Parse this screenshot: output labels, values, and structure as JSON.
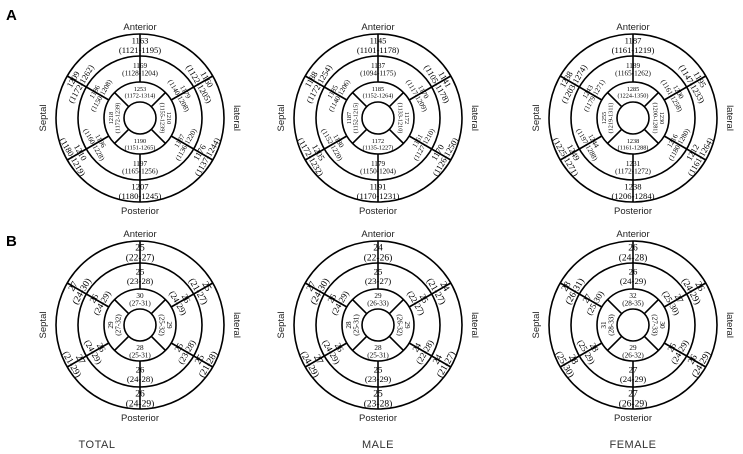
{
  "panel_labels": [
    "A",
    "B"
  ],
  "direction_labels": {
    "anterior": "Anterior",
    "posterior": "Posterior",
    "septal": "Septal",
    "lateral": "lateral"
  },
  "group_labels": [
    "TOTAL",
    "MALE",
    "FEMALE"
  ],
  "charts": [
    {
      "panel": "A",
      "group": "TOTAL",
      "outer": [
        {
          "value": "1163",
          "range": "(1121-1195)"
        },
        {
          "value": "1160",
          "range": "(1122-1205)"
        },
        {
          "value": "1176",
          "range": "(1137-1244)"
        },
        {
          "value": "1207",
          "range": "(1180-1245)"
        },
        {
          "value": "1210",
          "range": "(1180-1219)"
        },
        {
          "value": "1209",
          "range": "(1172-1262)"
        }
      ],
      "middle": [
        {
          "value": "1169",
          "range": "(1128-1204)"
        },
        {
          "value": "1179",
          "range": "(1140-1208)"
        },
        {
          "value": "1187",
          "range": "(1136-1220)"
        },
        {
          "value": "1197",
          "range": "(1165-1256)"
        },
        {
          "value": "1196",
          "range": "(1160-1228)"
        },
        {
          "value": "1186",
          "range": "(1150-1208)"
        }
      ],
      "inner": [
        {
          "value": "1253",
          "range": "(1172-1314)"
        },
        {
          "value": "1210",
          "range": "(1155-1239)"
        },
        {
          "value": "1190",
          "range": "(1151-1265)"
        },
        {
          "value": "1218",
          "range": "(1172-1239)"
        }
      ]
    },
    {
      "panel": "A",
      "group": "MALE",
      "outer": [
        {
          "value": "1145",
          "range": "(1101-1178)"
        },
        {
          "value": "1141",
          "range": "(1105-1178)"
        },
        {
          "value": "1170",
          "range": "(1126-1250)"
        },
        {
          "value": "1191",
          "range": "(1170-1231)"
        },
        {
          "value": "1205",
          "range": "(1172-1232)"
        },
        {
          "value": "1188",
          "range": "(1172-1254)"
        }
      ],
      "middle": [
        {
          "value": "1137",
          "range": "(1094-1175)"
        },
        {
          "value": "1170",
          "range": "(1117-1209)"
        },
        {
          "value": "1161",
          "range": "(1127-1210)"
        },
        {
          "value": "1179",
          "range": "(1150-1204)"
        },
        {
          "value": "1180",
          "range": "(1152-1220)"
        },
        {
          "value": "1185",
          "range": "(1140-1206)"
        }
      ],
      "inner": [
        {
          "value": "1185",
          "range": "(1152-1264)"
        },
        {
          "value": "1172",
          "range": "(1133-1210)"
        },
        {
          "value": "1172",
          "range": "(1135-1227)"
        },
        {
          "value": "1187",
          "range": "(1152-1215)"
        }
      ]
    },
    {
      "panel": "A",
      "group": "FEMALE",
      "outer": [
        {
          "value": "1187",
          "range": "(1161-1219)"
        },
        {
          "value": "1195",
          "range": "(1147-1233)"
        },
        {
          "value": "1212",
          "range": "(1161-1264)"
        },
        {
          "value": "1238",
          "range": "(1206-1284)"
        },
        {
          "value": "1249",
          "range": "(1225-1271)"
        },
        {
          "value": "1238",
          "range": "(1203-1274)"
        }
      ],
      "middle": [
        {
          "value": "1189",
          "range": "(1165-1262)"
        },
        {
          "value": "1200",
          "range": "(1161-1258)"
        },
        {
          "value": "1216",
          "range": "(1180-1280)"
        },
        {
          "value": "1231",
          "range": "(1172-1272)"
        },
        {
          "value": "1244",
          "range": "(1197-1288)"
        },
        {
          "value": "1243",
          "range": "(1179-1271)"
        }
      ],
      "inner": [
        {
          "value": "1285",
          "range": "(1224-1350)"
        },
        {
          "value": "1230",
          "range": "(1200-1281)"
        },
        {
          "value": "1238",
          "range": "(1161-1288)"
        },
        {
          "value": "1255",
          "range": "(1219-1311)"
        }
      ]
    },
    {
      "panel": "B",
      "group": "TOTAL",
      "outer": [
        {
          "value": "25",
          "range": "(22-27)"
        },
        {
          "value": "25",
          "range": "(21-27)"
        },
        {
          "value": "25",
          "range": "(21-28)"
        },
        {
          "value": "26",
          "range": "(24-29)"
        },
        {
          "value": "27",
          "range": "(21-29)"
        },
        {
          "value": "27",
          "range": "(24-30)"
        }
      ],
      "middle": [
        {
          "value": "25",
          "range": "(23-28)"
        },
        {
          "value": "26",
          "range": "(24-29)"
        },
        {
          "value": "25",
          "range": "(23-28)"
        },
        {
          "value": "26",
          "range": "(24-28)"
        },
        {
          "value": "26",
          "range": "(24-29)"
        },
        {
          "value": "26",
          "range": "(24-29)"
        }
      ],
      "inner": [
        {
          "value": "30",
          "range": "(27-31)"
        },
        {
          "value": "29",
          "range": "(25-32)"
        },
        {
          "value": "28",
          "range": "(25-31)"
        },
        {
          "value": "29",
          "range": "(27-32)"
        }
      ]
    },
    {
      "panel": "B",
      "group": "MALE",
      "outer": [
        {
          "value": "24",
          "range": "(22-26)"
        },
        {
          "value": "24",
          "range": "(21-27)"
        },
        {
          "value": "24",
          "range": "(21-27)"
        },
        {
          "value": "25",
          "range": "(23-28)"
        },
        {
          "value": "27",
          "range": "(24-29)"
        },
        {
          "value": "27",
          "range": "(24-30)"
        }
      ],
      "middle": [
        {
          "value": "25",
          "range": "(23-27)"
        },
        {
          "value": "25",
          "range": "(22-27)"
        },
        {
          "value": "24",
          "range": "(22-28)"
        },
        {
          "value": "25",
          "range": "(23-29)"
        },
        {
          "value": "26",
          "range": "(24-29)"
        },
        {
          "value": "26",
          "range": "(24-29)"
        }
      ],
      "inner": [
        {
          "value": "29",
          "range": "(26-33)"
        },
        {
          "value": "29",
          "range": "(26-32)"
        },
        {
          "value": "28",
          "range": "(25-31)"
        },
        {
          "value": "28",
          "range": "(25-31)"
        }
      ]
    },
    {
      "panel": "B",
      "group": "FEMALE",
      "outer": [
        {
          "value": "26",
          "range": "(24-28)"
        },
        {
          "value": "26",
          "range": "(24-29)"
        },
        {
          "value": "26",
          "range": "(24-29)"
        },
        {
          "value": "27",
          "range": "(26-29)"
        },
        {
          "value": "28",
          "range": "(25-30)"
        },
        {
          "value": "28",
          "range": "(26-31)"
        }
      ],
      "middle": [
        {
          "value": "26",
          "range": "(24-29)"
        },
        {
          "value": "27",
          "range": "(25-30)"
        },
        {
          "value": "26",
          "range": "(24-29)"
        },
        {
          "value": "27",
          "range": "(24-29)"
        },
        {
          "value": "28",
          "range": "(25-29)"
        },
        {
          "value": "27",
          "range": "(25-30)"
        }
      ],
      "inner": [
        {
          "value": "32",
          "range": "(28-35)"
        },
        {
          "value": "30",
          "range": "(27-33)"
        },
        {
          "value": "29",
          "range": "(26-32)"
        },
        {
          "value": "31",
          "range": "(28-33)"
        }
      ]
    }
  ]
}
